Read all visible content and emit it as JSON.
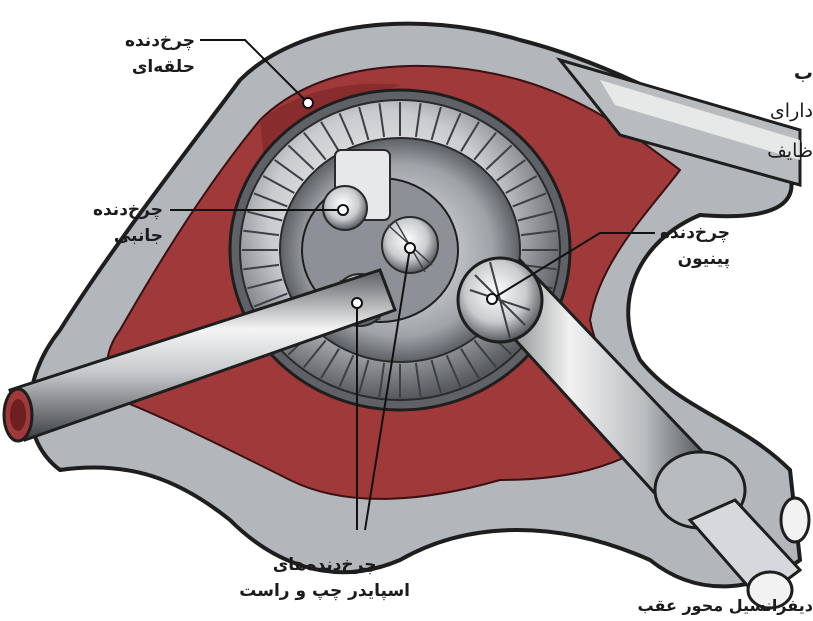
{
  "figure": {
    "caption": "دیفرانسیل محور عقب",
    "colors": {
      "housing": "#a0393a",
      "housing_dark": "#6e1f22",
      "metal_light": "#f2f2f2",
      "metal_mid": "#b9bcbf",
      "metal_dark": "#4a4d52",
      "outline": "#1e1e1e"
    }
  },
  "labels": {
    "ring_gear": {
      "line1": "چرخ‌دنده",
      "line2": "حلقه‌ای"
    },
    "side_gear": {
      "line1": "چرخ‌دنده",
      "line2": "جانبی"
    },
    "pinion_gear": {
      "line1": "چرخ‌دنده",
      "line2": "پینیون"
    },
    "spider_gears": {
      "line1": "چرخ‌دنده‌های",
      "line2": "اسپایدر چپ و راست"
    }
  },
  "background_text": {
    "line1": "ب",
    "line2": "دارای",
    "line3": "ظایف"
  }
}
